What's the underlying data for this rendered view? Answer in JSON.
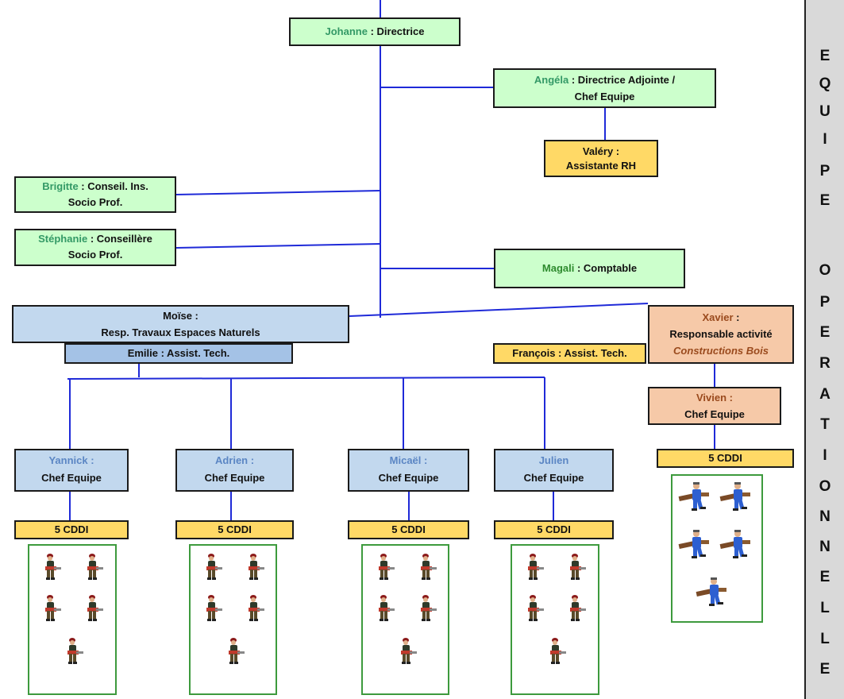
{
  "side_label": [
    "E",
    "Q",
    "U",
    "I",
    "P",
    "E",
    "O",
    "P",
    "E",
    "R",
    "A",
    "T",
    "I",
    "O",
    "N",
    "N",
    "E",
    "L",
    "L",
    "E"
  ],
  "director": {
    "name": "Johanne",
    "role": " : Directrice"
  },
  "deputy": {
    "name": "Angéla",
    "role": " : Directrice Adjointe /",
    "role2": "Chef Equipe"
  },
  "hr": {
    "name": "Valéry :",
    "role": "Assistante RH"
  },
  "counselor1": {
    "name": "Brigitte",
    "role": " : Conseil. Ins.",
    "role2": "Socio Prof."
  },
  "counselor2": {
    "name": "Stéphanie",
    "role": " : Conseillère",
    "role2": "Socio Prof."
  },
  "accountant": {
    "name": "Magali",
    "role": " : Comptable"
  },
  "works_manager": {
    "name": "Moïse :",
    "role": "Resp. Travaux Espaces Naturels"
  },
  "works_assistant": {
    "label": "Emilie : Assist. Tech."
  },
  "wood_manager": {
    "name": "Xavier",
    "colon": " :",
    "role": "Responsable activité",
    "activity": "Constructions Bois"
  },
  "wood_assistant": {
    "label": "François : Assist. Tech."
  },
  "wood_lead": {
    "name": "Vivien :",
    "role": "Chef Equipe",
    "cddi": "5 CDDI"
  },
  "team_leads": [
    {
      "name": "Yannick :",
      "role": "Chef Equipe",
      "cddi": "5 CDDI"
    },
    {
      "name": "Adrien :",
      "role": "Chef Equipe",
      "cddi": "5 CDDI"
    },
    {
      "name": "Micaël :",
      "role": "Chef Equipe",
      "cddi": "5 CDDI"
    },
    {
      "name": "Julien",
      "role": "Chef Equipe",
      "cddi": "5 CDDI"
    }
  ],
  "colors": {
    "staff_box": "#ccffcc",
    "works_box": "#c2d8ee",
    "cddi_box": "#ffd966",
    "wood_box": "#f6c9a8",
    "connector": "#1f2ad8"
  }
}
